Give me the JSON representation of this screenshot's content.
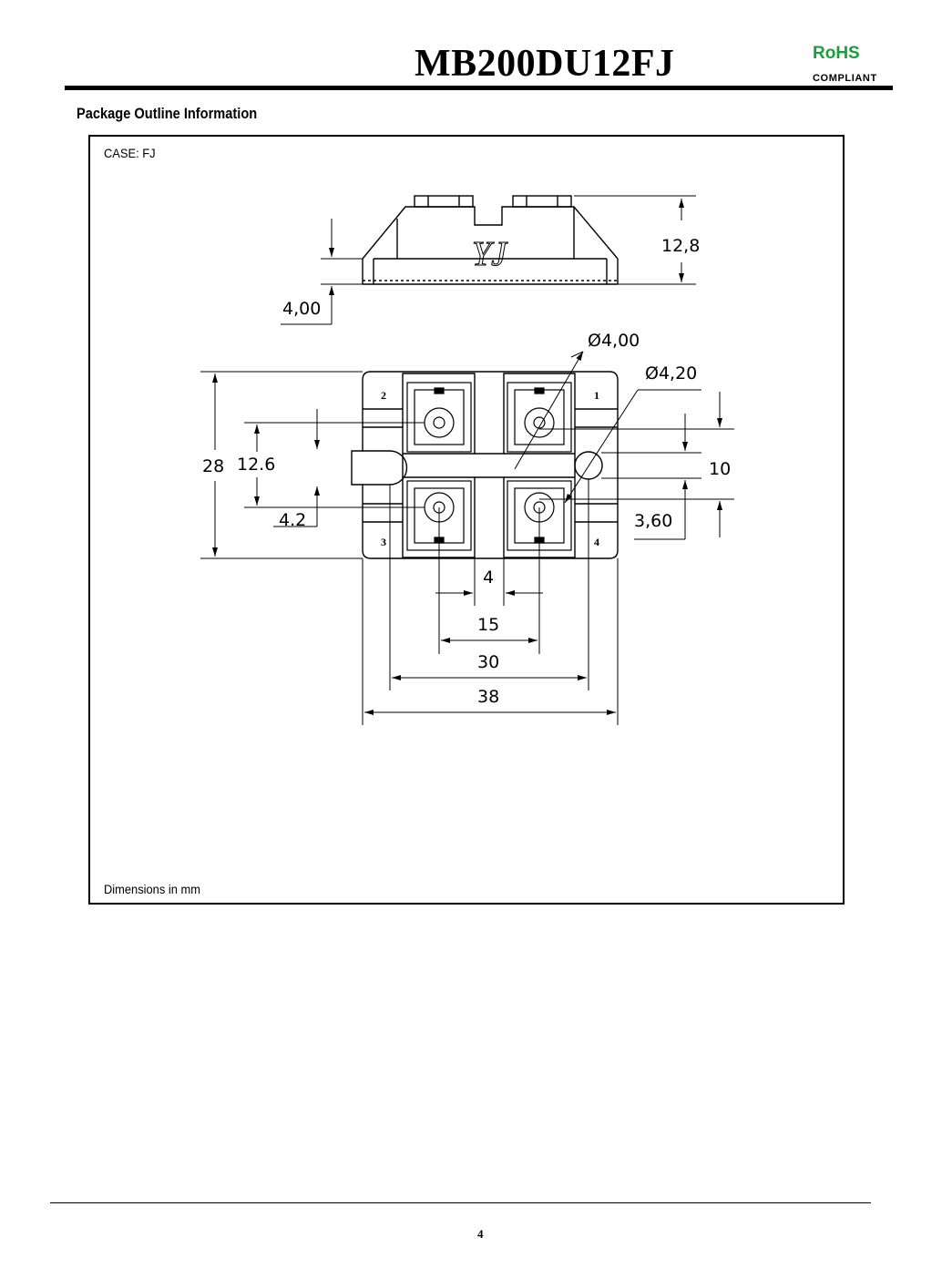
{
  "header": {
    "part_number": "MB200DU12FJ",
    "rohs": "RoHS",
    "compliant": "COMPLIANT",
    "rohs_color": "#1a9e3a"
  },
  "section": {
    "title": "Package Outline Information"
  },
  "drawing": {
    "case": "CASE: FJ",
    "logo_text": "YJ",
    "units_note": "Dimensions in mm",
    "pins": [
      "1",
      "2",
      "3",
      "4"
    ],
    "dims": {
      "height": "12,8",
      "base": "4,00",
      "hole_small": "Ø4,00",
      "hole_large": "Ø4,20",
      "depth": "28",
      "pitch_y": "12.6",
      "offset_left": "4.2",
      "pitch_right": "10",
      "offset_right": "3,60",
      "gap": "4",
      "pitch_x": "15",
      "mount_pitch": "30",
      "width": "38"
    }
  },
  "footer": {
    "page": "4"
  }
}
